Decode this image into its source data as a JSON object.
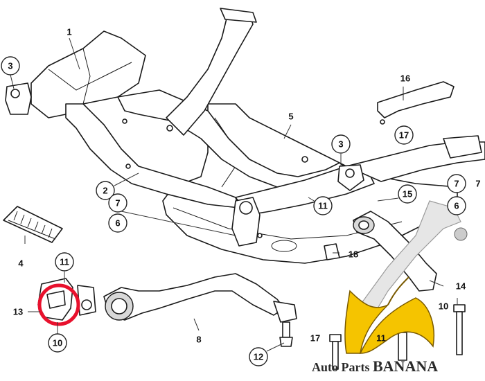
{
  "labels": {
    "p1": "1",
    "p2": "2",
    "p3a": "3",
    "p3b": "3",
    "p4": "4",
    "p5": "5",
    "p6a": "6",
    "p6b": "6",
    "p7a": "7",
    "p7b": "7",
    "p7c": "7",
    "p8": "8",
    "p10a": "10",
    "p10b": "10",
    "p11a": "11",
    "p11b": "11",
    "p11c": "11",
    "p12": "12",
    "p13": "13",
    "p14": "14",
    "p15": "15",
    "p16": "16",
    "p17a": "17",
    "p17b": "17",
    "p18": "18"
  },
  "watermark": {
    "brand_prefix": "Auto Parts ",
    "brand_main": "BANANA"
  },
  "colors": {
    "highlight": "#e8112d",
    "banana_yellow": "#f5c400",
    "banana_dark": "#7a5a00"
  }
}
